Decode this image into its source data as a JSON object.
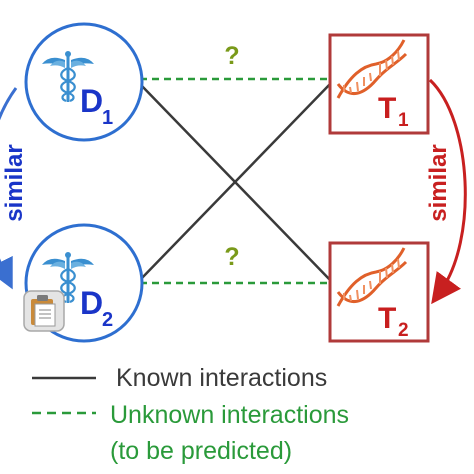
{
  "drugs": {
    "d1": {
      "letter": "D",
      "subscript": "1"
    },
    "d2": {
      "letter": "D",
      "subscript": "2"
    }
  },
  "targets": {
    "t1": {
      "letter": "T",
      "subscript": "1"
    },
    "t2": {
      "letter": "T",
      "subscript": "2"
    }
  },
  "unknown_marks": {
    "top": "?",
    "bottom": "?"
  },
  "similarity": {
    "drug_label": "similar",
    "target_label": "similar"
  },
  "legend": {
    "known": "Known interactions",
    "unknown": "Unknown interactions",
    "unknown_note": "(to be predicted)"
  },
  "colors": {
    "drug_circle": "#2e6fd0",
    "drug_text": "#1a35c8",
    "target_box": "#b03a3a",
    "target_text": "#c81e1e",
    "known_line": "#3a3a3a",
    "unknown_line": "#2a9a3a",
    "question_mark": "#7a9a1a",
    "drug_similar": "#1a35c8",
    "target_similar": "#c82020",
    "caduceus": "#3a8fd0",
    "dna": "#e0602a"
  },
  "icons": {
    "drug": "caduceus-icon",
    "target": "dna-helix-icon",
    "clipboard": "clipboard-icon"
  }
}
